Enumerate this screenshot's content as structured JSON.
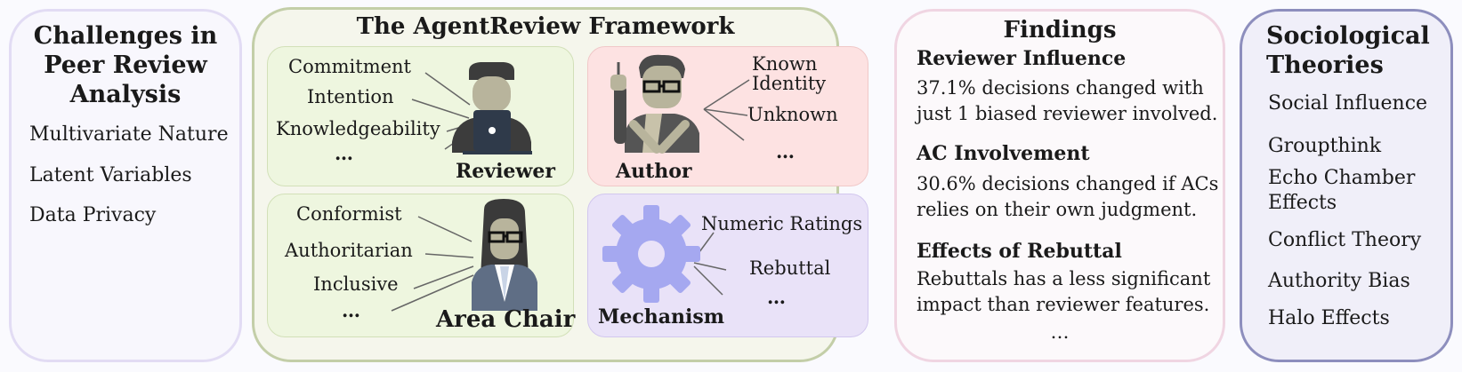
{
  "challenges": {
    "title": [
      "Challenges in",
      "Peer Review",
      "Analysis"
    ],
    "items": [
      "Multivariate Nature",
      "Latent Variables",
      "Data Privacy"
    ]
  },
  "framework": {
    "title": "The AgentReview Framework",
    "reviewer": {
      "label": "Reviewer",
      "attributes": [
        "Commitment",
        "Intention",
        "Knowledgeability",
        "…"
      ]
    },
    "author": {
      "label": "Author",
      "attributes": [
        "Known",
        "Identity",
        "Unknown",
        "…"
      ]
    },
    "area_chair": {
      "label": "Area Chair",
      "attributes": [
        "Conformist",
        "Authoritarian",
        "Inclusive",
        "…"
      ]
    },
    "mechanism": {
      "label": "Mechanism",
      "attributes": [
        "Numeric Ratings",
        "Rebuttal",
        "…"
      ]
    }
  },
  "findings": {
    "title": "Findings",
    "items": [
      {
        "heading": "Reviewer Influence",
        "lines": [
          "37.1% decisions changed with",
          "just 1 biased reviewer involved."
        ]
      },
      {
        "heading": "AC Involvement",
        "lines": [
          "30.6% decisions changed if ACs",
          "relies on their own judgment."
        ]
      },
      {
        "heading": "Effects of Rebuttal",
        "lines": [
          "Rebuttals has a less significant",
          "impact than reviewer features."
        ]
      }
    ],
    "ellipsis": "…"
  },
  "theories": {
    "title": [
      "Sociological",
      "Theories"
    ],
    "items": [
      "Social Influence",
      "Groupthink",
      "Echo Chamber",
      "Effects",
      "Conflict Theory",
      "Authority Bias",
      "Halo Effects"
    ]
  },
  "colors": {
    "reviewer_box": "#eef6df",
    "author_box": "#fde2e2",
    "mechanism_box": "#e9e2f8",
    "gear": "#a5a8f0",
    "theories_border": "#8d8ebd"
  }
}
